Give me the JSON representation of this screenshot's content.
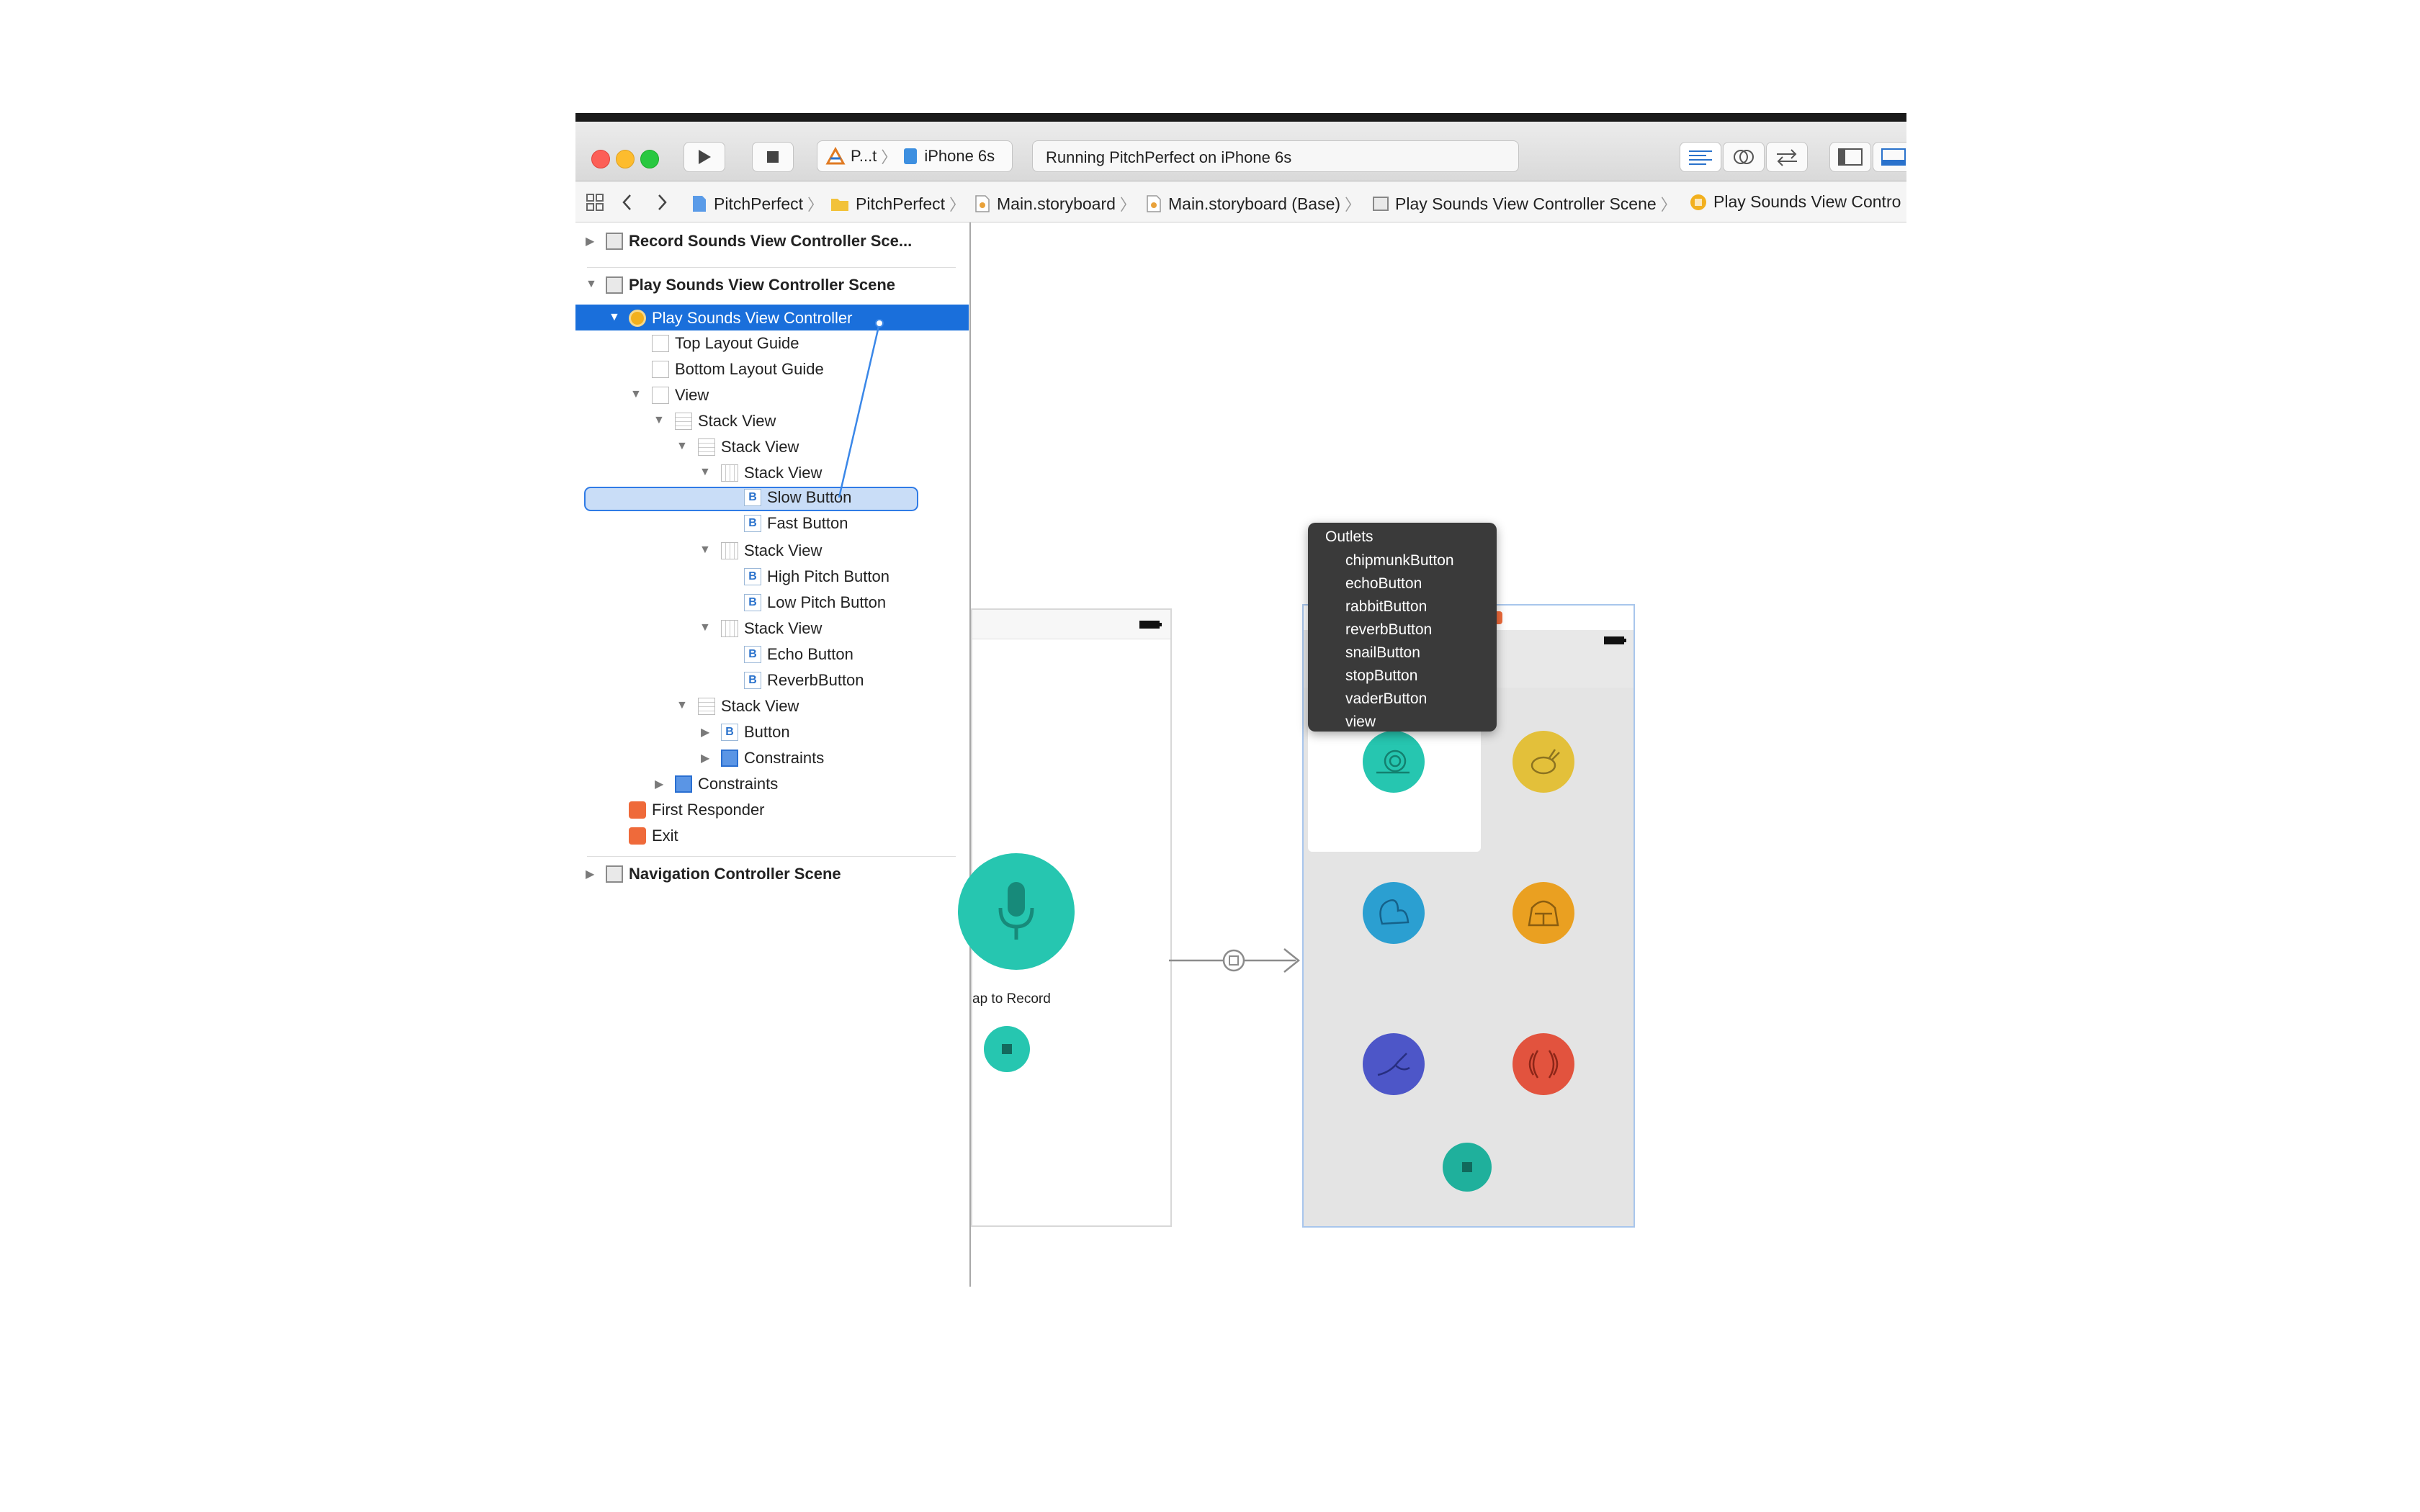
{
  "window": {
    "toolbar": {
      "scheme_name": "P...t",
      "device_name": "iPhone 6s",
      "activity_text": "Running PitchPerfect on iPhone 6s"
    },
    "jump_bar": {
      "crumbs": [
        "PitchPerfect",
        "PitchPerfect",
        "Main.storyboard",
        "Main.storyboard (Base)",
        "Play Sounds View Controller Scene",
        "Play Sounds View Contro"
      ]
    }
  },
  "outline": {
    "record_scene": "Record Sounds View Controller Sce...",
    "play_scene": "Play Sounds View Controller Scene",
    "play_vc": "Play Sounds View Controller",
    "top_layout_guide": "Top Layout Guide",
    "bottom_layout_guide": "Bottom Layout Guide",
    "view": "View",
    "stack_view": "Stack View",
    "slow_button": "Slow Button",
    "fast_button": "Fast Button",
    "high_pitch_button": "High Pitch Button",
    "low_pitch_button": "Low Pitch Button",
    "echo_button": "Echo Button",
    "reverb_button": "ReverbButton",
    "button": "Button",
    "constraints": "Constraints",
    "first_responder": "First Responder",
    "exit": "Exit",
    "nav_scene": "Navigation Controller Scene",
    "button_icon_letter": "B"
  },
  "outlets_popup": {
    "header": "Outlets",
    "items": [
      "chipmunkButton",
      "echoButton",
      "rabbitButton",
      "reverbButton",
      "snailButton",
      "stopButton",
      "vaderButton",
      "view"
    ]
  },
  "canvas": {
    "record_label": "ap to Record"
  },
  "colors": {
    "selection": "#1a6fdb",
    "teal": "#26c6b0",
    "yellow": "#e3c03a",
    "blue": "#2b9fd1",
    "orange": "#eaa021",
    "purple": "#4d56c8",
    "red": "#e2533e",
    "stop": "#1fb09c"
  }
}
